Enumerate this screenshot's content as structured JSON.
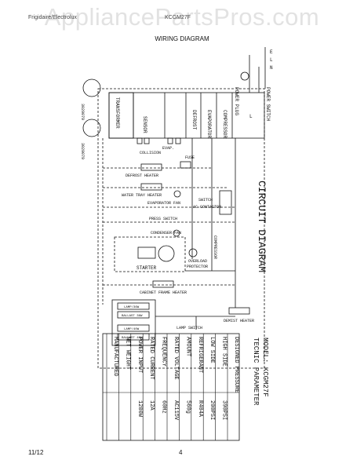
{
  "watermark": "AppliancePartsPros.com",
  "header": {
    "brand": "Frigidaire/Electrolux",
    "model": "KCGM27F",
    "title": "WIRING DIAGRAM"
  },
  "footer": {
    "date": "11/12",
    "page": "4"
  },
  "diagram": {
    "heading": "CIRCUIT DIAGRAM",
    "power": {
      "E": "E",
      "L": "L",
      "N": "N",
      "plug": "POWER PLUG",
      "switch": "POWER SWITCH"
    },
    "cert_codes": [
      "3029079",
      "3029079"
    ],
    "module": {
      "transformer": "TRANSFORMER",
      "sensor": "SENSOR",
      "defrost": "DEFROST",
      "evaporator": "EVAPORATOR",
      "compressor": "COMPRESSOR",
      "line": "L"
    },
    "labels": {
      "collision": "COLLISION",
      "evap": "EVAP.",
      "fuse": "FUSE",
      "defrost_heater": "DEFROST HEATER",
      "water_tray_heater": "WATER TRAY HEATER",
      "evaporator_fan": "EVAPORATOR FAN",
      "switch": "SWITCH",
      "ac_contactor": "AC CONTACTOR",
      "press_switch": "PRESS SWITCH",
      "condenser_fan": "CONDENSER FAN",
      "starter": "STARTER",
      "overload": "OVERLOAD",
      "protector": "PROTECTOR",
      "compressor_motor": "COMPRESSOR",
      "cabinet_frame_heater": "CABINET FRAME HEATER",
      "demist_heater": "DEMIST HEATER",
      "lamp_switch": "LAMP SWITCH",
      "lamp_36w": "LAMP/36W",
      "ballast_36w": "BALLAST 36W",
      "lamp_40w": "LAMP/40W",
      "ballast_40w": "BALLAST 40W"
    }
  },
  "params": {
    "model_line": "MODEL: KCGM27F",
    "title": "TECNIC PARAMETER",
    "rows": [
      {
        "label": "DESIGNED PRESSURE",
        "value": ""
      },
      {
        "label": "HIGH SIDE",
        "value": "390PSI"
      },
      {
        "label": "LOW SIDE",
        "value": "200PSI"
      },
      {
        "label": "REFRIGERANT",
        "value": "R404A"
      },
      {
        "label": "AMOUNT",
        "value": "560g"
      },
      {
        "label": "RATED VOLTAGE",
        "value": "AC115V"
      },
      {
        "label": "FREQUENCY",
        "value": "60Hz"
      },
      {
        "label": "RATED CURRENT",
        "value": "12A"
      },
      {
        "label": "POWER INPUT",
        "value": "1280W"
      },
      {
        "label": "NET WEIGHT",
        "value": ""
      },
      {
        "label": "MANUFACTURED",
        "value": ""
      }
    ]
  }
}
